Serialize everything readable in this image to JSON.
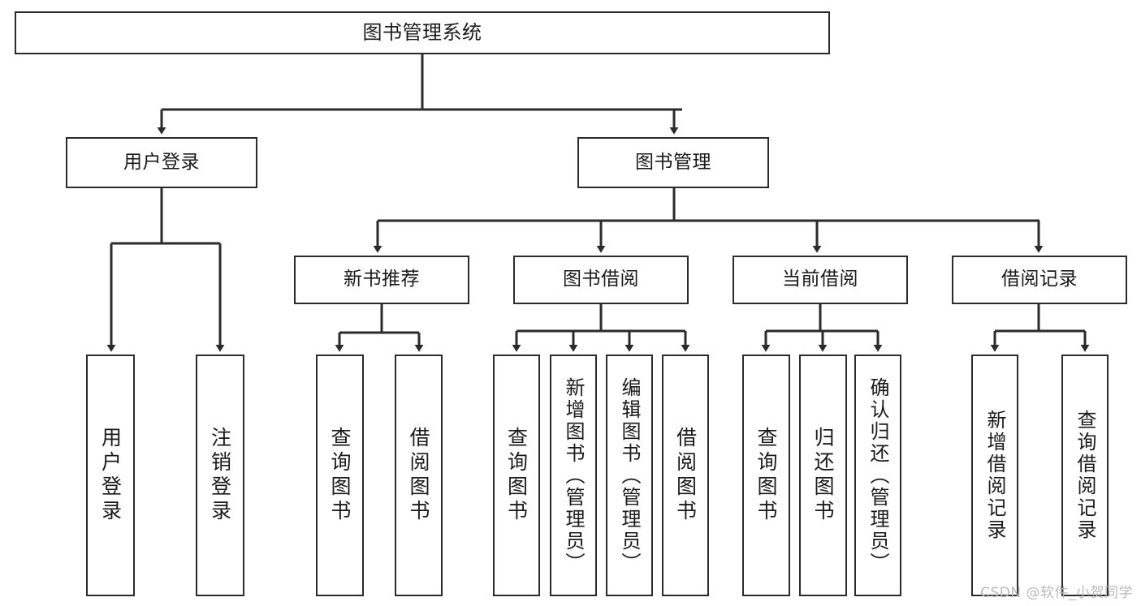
{
  "diagram": {
    "type": "tree",
    "title": "图书管理系统",
    "orientation": "top-down",
    "edge_style": "orthogonal-with-arrowheads",
    "colors": {
      "box_border": "#2b2b2b",
      "box_fill": "#ffffff",
      "edge": "#2b2b2b",
      "text": "#1a1a1a",
      "watermark": "#b9b9b9",
      "background": "#ffffff"
    }
  },
  "nodes": {
    "root": {
      "label": "图书管理系统"
    },
    "level2": [
      {
        "id": "user-login",
        "label": "用户登录"
      },
      {
        "id": "book-manage",
        "label": "图书管理"
      }
    ],
    "level3": [
      {
        "id": "new-book-recommend",
        "label": "新书推荐"
      },
      {
        "id": "book-borrow",
        "label": "图书借阅"
      },
      {
        "id": "current-borrow",
        "label": "当前借阅"
      },
      {
        "id": "borrow-record",
        "label": "借阅记录"
      }
    ],
    "leaves": {
      "user-login": [
        {
          "id": "leaf-user-login",
          "label": "用户登录"
        },
        {
          "id": "leaf-user-logout",
          "label": "注销登录"
        }
      ],
      "new-book-recommend": [
        {
          "id": "leaf-query-book-1",
          "label": "查询图书"
        },
        {
          "id": "leaf-borrow-book-1",
          "label": "借阅图书"
        }
      ],
      "book-borrow": [
        {
          "id": "leaf-query-book-2",
          "label": "查询图书"
        },
        {
          "id": "leaf-add-book",
          "label": "新增图书（管理员）"
        },
        {
          "id": "leaf-edit-book",
          "label": "编辑图书（管理员）"
        },
        {
          "id": "leaf-borrow-book-2",
          "label": "借阅图书"
        }
      ],
      "current-borrow": [
        {
          "id": "leaf-query-book-3",
          "label": "查询图书"
        },
        {
          "id": "leaf-return-book",
          "label": "归还图书"
        },
        {
          "id": "leaf-confirm-return",
          "label": "确认归还（管理员）"
        }
      ],
      "borrow-record": [
        {
          "id": "leaf-add-record",
          "label": "新增借阅记录"
        },
        {
          "id": "leaf-query-record",
          "label": "查询借阅记录"
        }
      ]
    }
  },
  "watermark": {
    "text": "CSDN @软件_小贺同学"
  }
}
